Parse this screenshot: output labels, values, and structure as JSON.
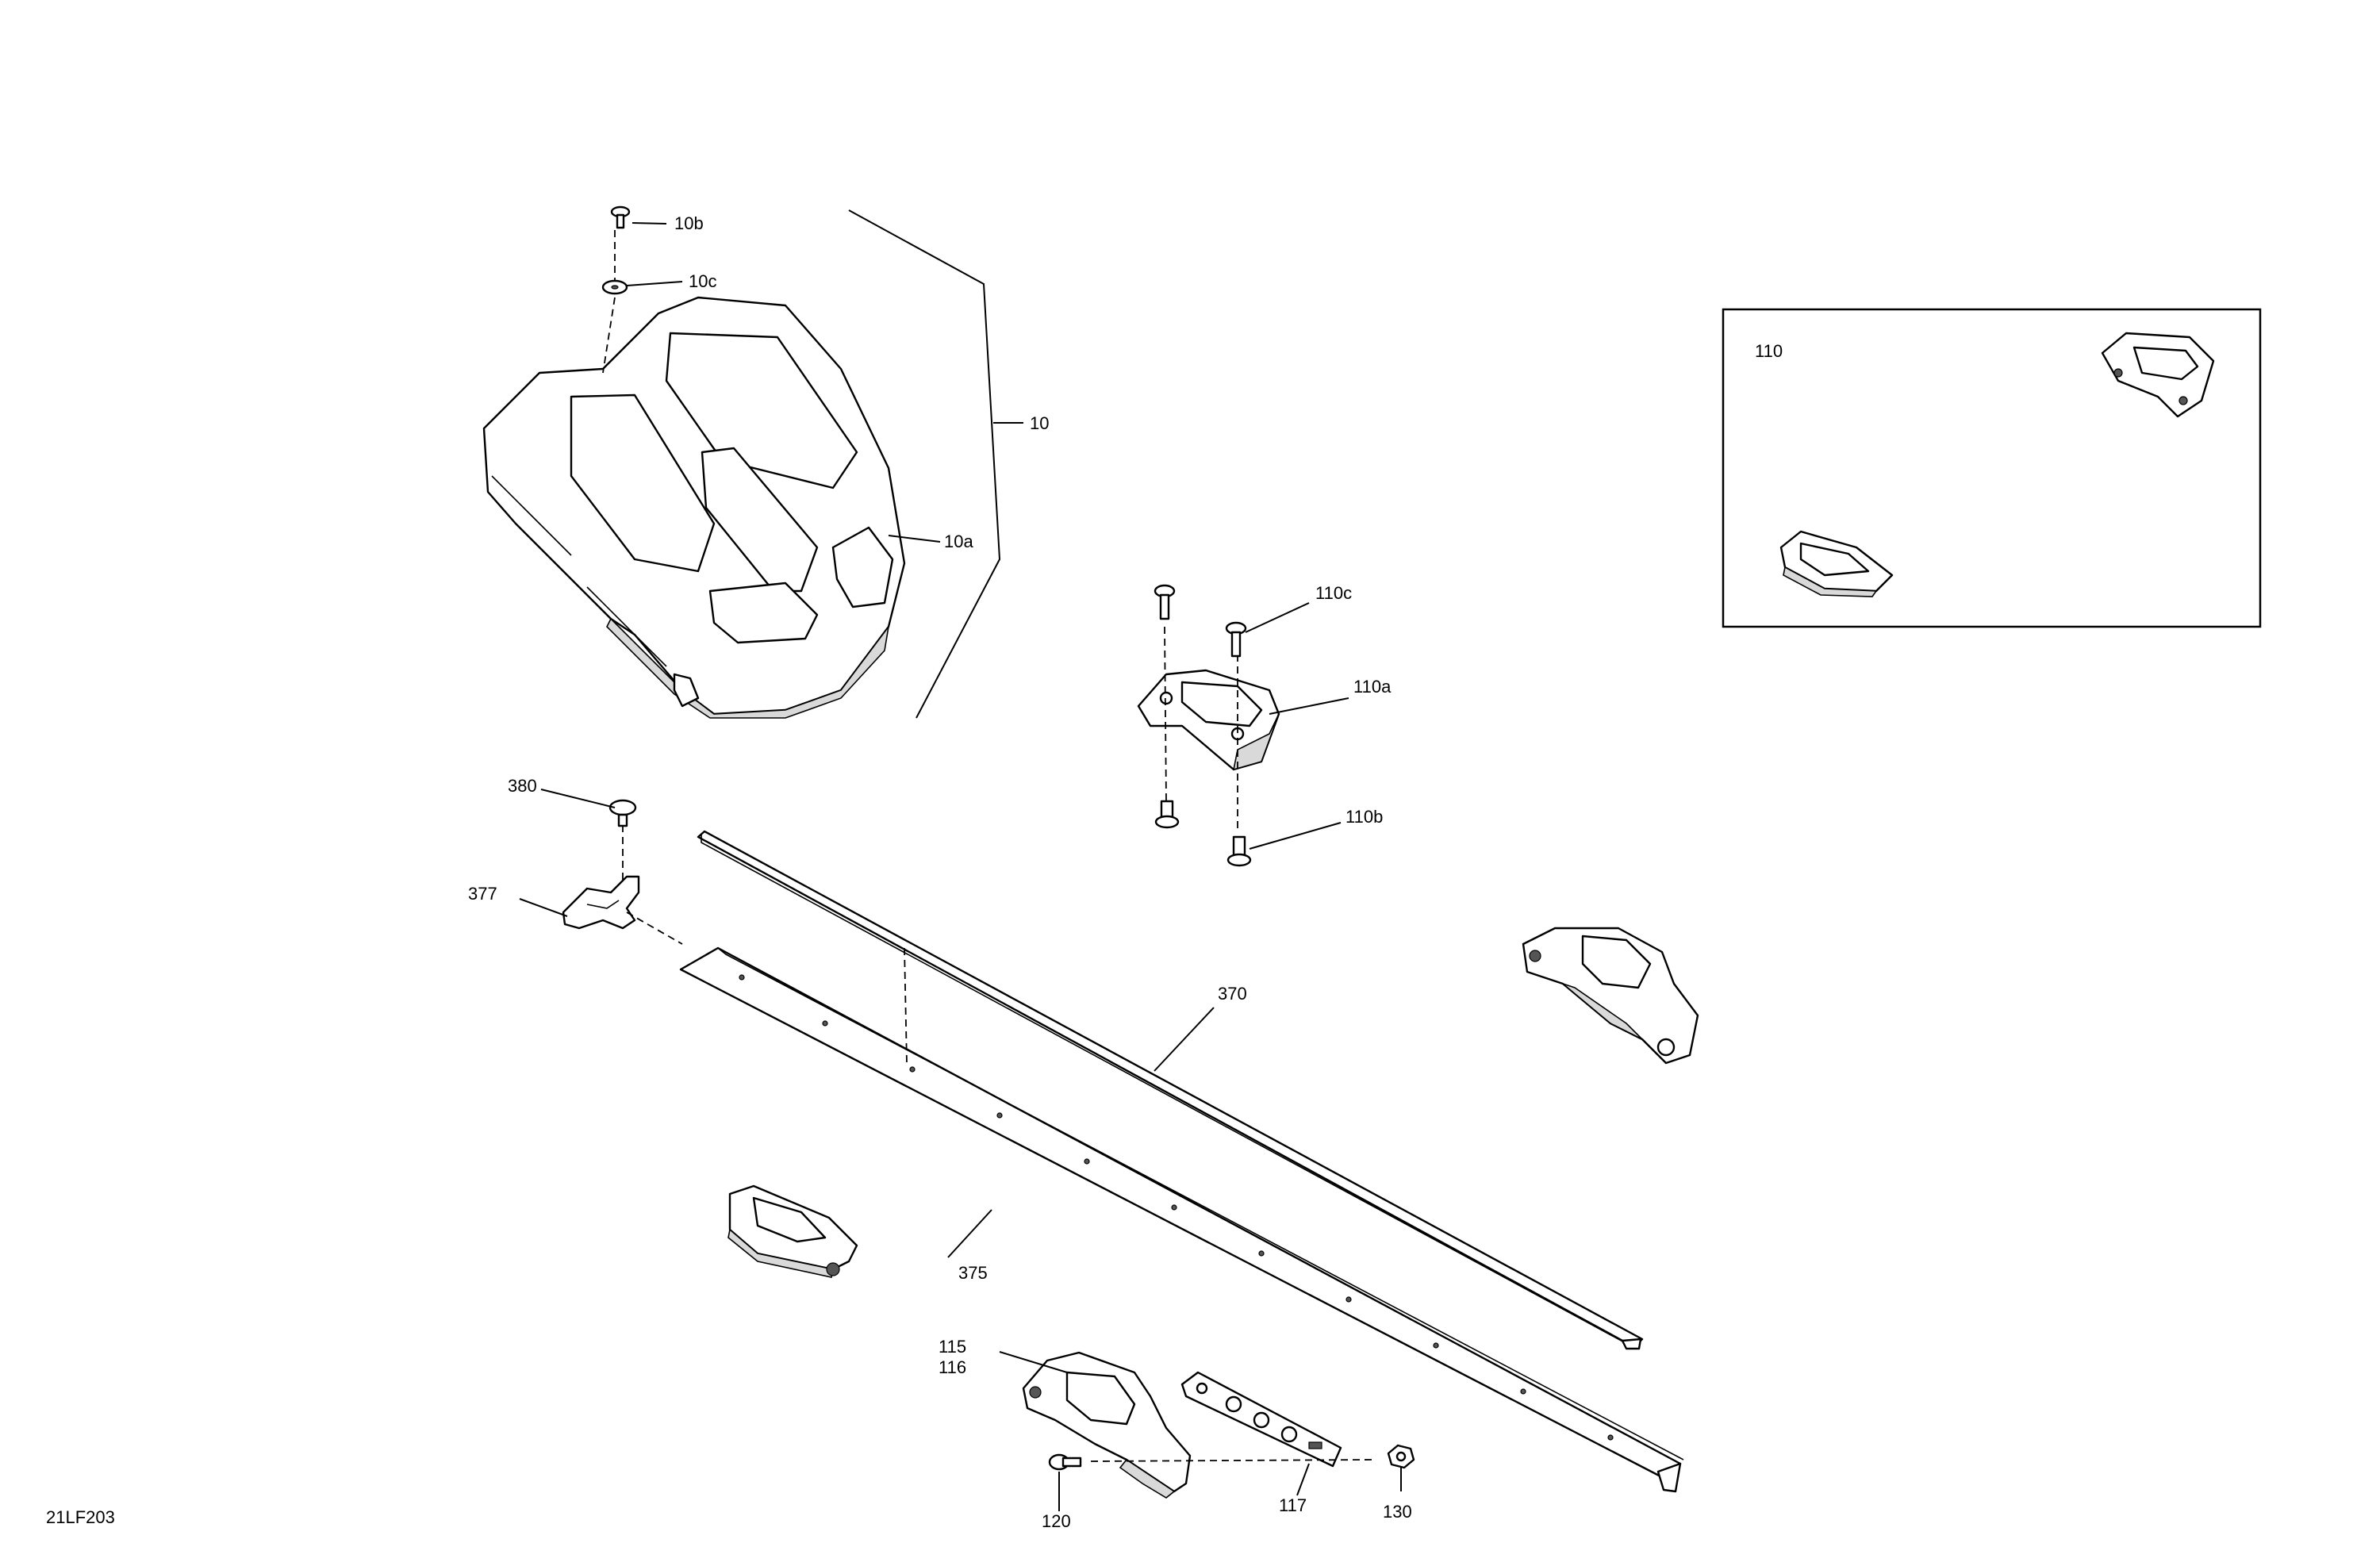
{
  "diagram_id": "21LF203",
  "inset": {
    "title": "110"
  },
  "callouts": {
    "c10": "10",
    "c10a": "10a",
    "c10b": "10b",
    "c10c": "10c",
    "c110a": "110a",
    "c110b": "110b",
    "c110c": "110c",
    "c115": "115",
    "c116": "116",
    "c117": "117",
    "c120": "120",
    "c130": "130",
    "c370": "370",
    "c375": "375",
    "c377": "377",
    "c380": "380"
  }
}
